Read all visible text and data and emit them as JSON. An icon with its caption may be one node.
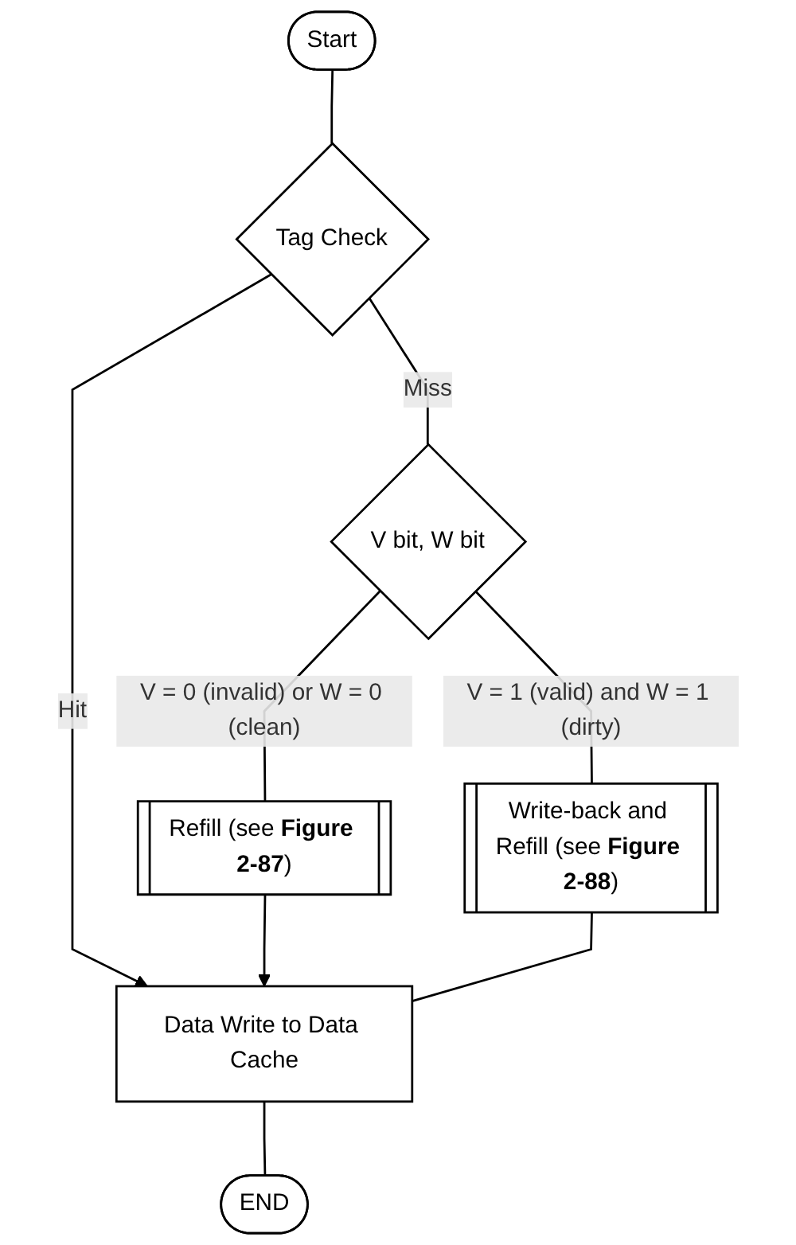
{
  "diagram": {
    "nodes": [
      {
        "text": [
          "Start"
        ]
      },
      {
        "text": [
          "Tag Check"
        ]
      },
      {
        "text": [
          "V bit, W bit"
        ]
      },
      {
        "text": [
          "Refill (see **Figure 2-87**)"
        ]
      },
      {
        "text": [
          "Write-back and Refill (see **Figure 2-88**)"
        ]
      },
      {
        "text": [
          "Data Write to Data Cache"
        ]
      },
      {
        "text": [
          "END"
        ]
      }
    ],
    "edges": [
      {
        "from": 0,
        "to": 1,
        "arrow": "none"
      },
      {
        "from": 1,
        "to": 2,
        "arrow": "none",
        "label": "Miss"
      },
      {
        "from": 1,
        "to": 5,
        "arrow": "to",
        "label": "Hit"
      },
      {
        "from": 2,
        "to": 3,
        "arrow": "none",
        "label": "V = 0 (invalid) or W = 0 (clean)"
      },
      {
        "from": 2,
        "to": 4,
        "arrow": "none",
        "label": "V = 1 (valid) and W = 1 (dirty)"
      },
      {
        "from": 3,
        "to": 5,
        "arrow": "to"
      },
      {
        "from": 4,
        "to": 5,
        "arrow": "none"
      },
      {
        "from": 5,
        "to": 6,
        "arrow": "none"
      }
    ]
  }
}
